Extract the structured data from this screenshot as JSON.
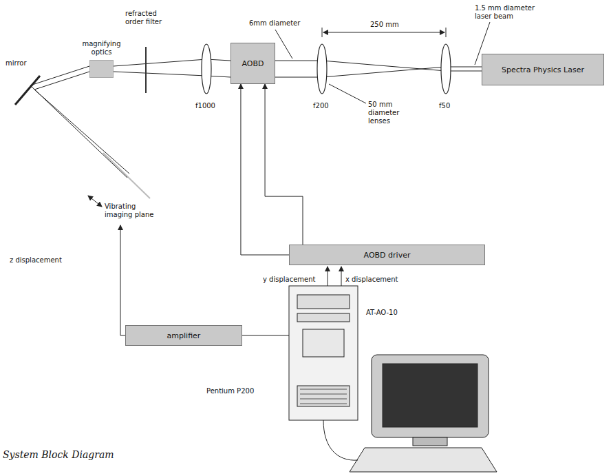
{
  "diagram": {
    "caption": "System Block Diagram",
    "nodes": [
      {
        "text": [
          "magnifying optics"
        ]
      },
      {
        "text": [
          "AOBD"
        ]
      },
      {
        "text": [
          "Spectra Physics Laser"
        ]
      },
      {
        "text": [
          "AOBD driver"
        ]
      },
      {
        "text": [
          "amplifier"
        ]
      }
    ],
    "edges": [
      {
        "from": 3,
        "to": 1,
        "arrow": "to"
      },
      {
        "from": 3,
        "to": 1,
        "arrow": "to"
      }
    ],
    "labels": [
      "mirror",
      "refracted order filter",
      "f1000",
      "6mm diameter",
      "f200",
      "50 mm diameter lenses",
      "250 mm",
      "f50",
      "1.5 mm diameter laser beam",
      "Vibrating imaging plane",
      "z displacement",
      "y displacement",
      "x displacement",
      "AT-AO-10",
      "Pentium P200"
    ]
  }
}
